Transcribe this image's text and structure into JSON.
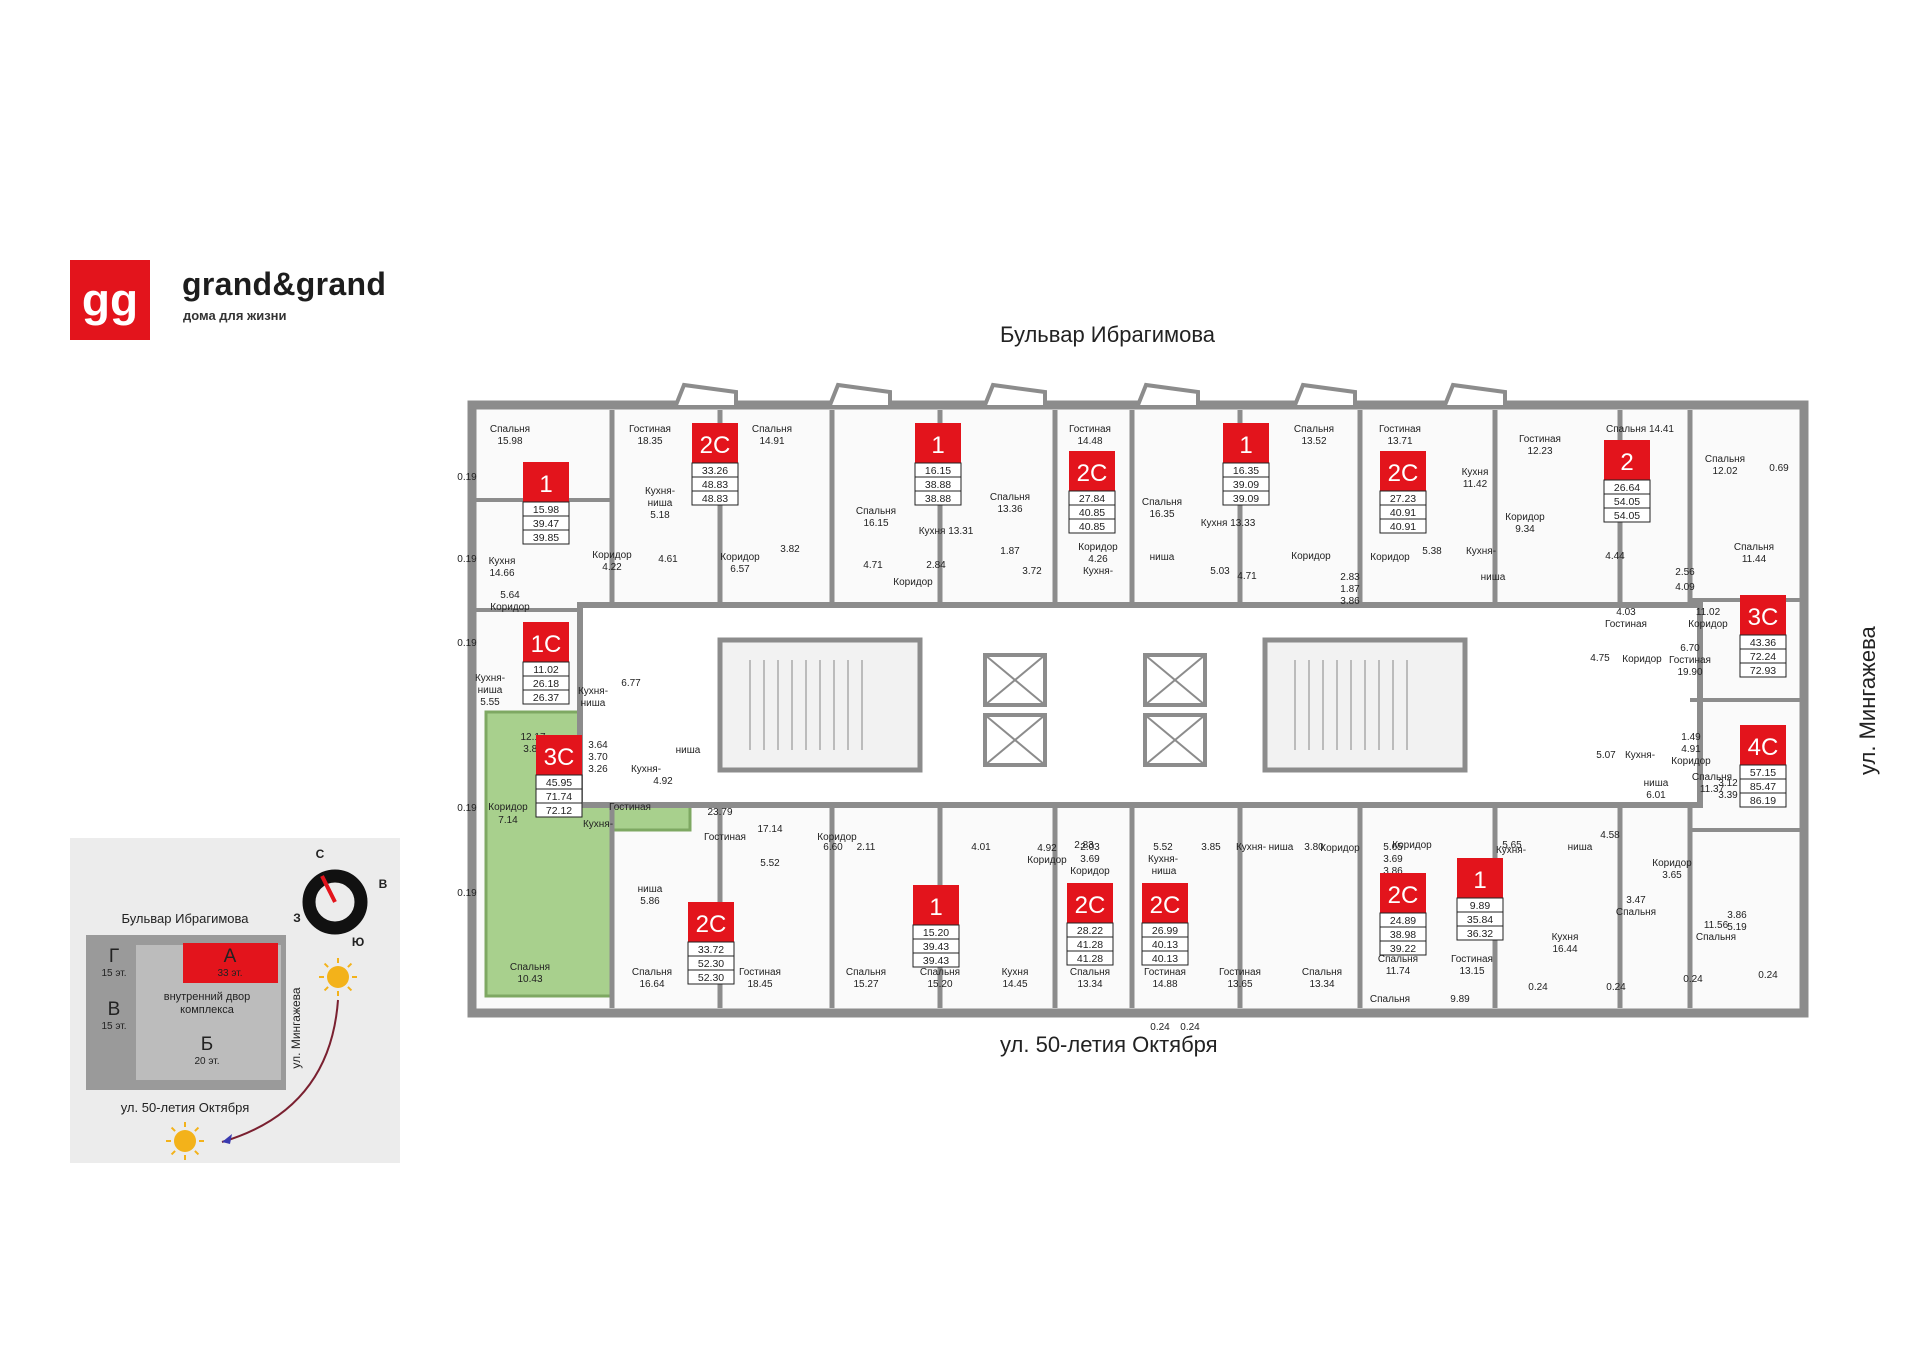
{
  "brand": {
    "name": "grand&grand",
    "tagline": "дома для жизни",
    "logo_glyph": "gg",
    "color": "#e3141c"
  },
  "streets": {
    "top": "Бульвар Ибрагимова",
    "bottom": "ул. 50-летия Октября",
    "right": "ул. Мингажева"
  },
  "colors": {
    "accent": "#e3141c",
    "wall": "#8c8c8c",
    "highlight": "#a8d08d",
    "minimap_bg": "#ececec"
  },
  "badges": [
    {
      "type": "1",
      "areas": [
        "15.98",
        "39.47",
        "39.85"
      ]
    },
    {
      "type": "2С",
      "areas": [
        "33.26",
        "48.83",
        "48.83"
      ]
    },
    {
      "type": "1",
      "areas": [
        "16.15",
        "38.88",
        "38.88"
      ]
    },
    {
      "type": "2С",
      "areas": [
        "27.84",
        "40.85",
        "40.85"
      ]
    },
    {
      "type": "1",
      "areas": [
        "16.35",
        "39.09",
        "39.09"
      ]
    },
    {
      "type": "2С",
      "areas": [
        "27.23",
        "40.91",
        "40.91"
      ]
    },
    {
      "type": "2",
      "areas": [
        "26.64",
        "54.05",
        "54.05"
      ]
    },
    {
      "type": "1С",
      "areas": [
        "11.02",
        "26.18",
        "26.37"
      ]
    },
    {
      "type": "3С",
      "areas": [
        "43.36",
        "72.24",
        "72.93"
      ]
    },
    {
      "type": "3С",
      "areas": [
        "45.95",
        "71.74",
        "72.12"
      ]
    },
    {
      "type": "4С",
      "areas": [
        "57.15",
        "85.47",
        "86.19"
      ]
    },
    {
      "type": "2С",
      "areas": [
        "33.72",
        "52.30",
        "52.30"
      ]
    },
    {
      "type": "1",
      "areas": [
        "15.20",
        "39.43",
        "39.43"
      ]
    },
    {
      "type": "2С",
      "areas": [
        "28.22",
        "41.28",
        "41.28"
      ]
    },
    {
      "type": "2С",
      "areas": [
        "26.99",
        "40.13",
        "40.13"
      ]
    },
    {
      "type": "2С",
      "areas": [
        "24.89",
        "38.98",
        "39.22"
      ]
    },
    {
      "type": "1",
      "areas": [
        "9.89",
        "35.84",
        "36.32"
      ]
    }
  ],
  "rooms": [
    "Спальня",
    "15.98",
    "Гостиная",
    "18.35",
    "Спальня",
    "14.91",
    "Гостиная",
    "14.48",
    "Спальня",
    "13.52",
    "Гостиная",
    "13.71",
    "Гостиная",
    "12.23",
    "Спальня 14.41",
    "Спальня",
    "12.02",
    "0.69",
    "0.19",
    "0.19",
    "0.19",
    "0.19",
    "0.19",
    "Кухня-",
    "ниша",
    "5.18",
    "Спальня",
    "16.15",
    "Кухня 13.31",
    "Спальня",
    "13.36",
    "Спальня",
    "16.35",
    "Кухня 13.33",
    "Кухня",
    "11.42",
    "Коридор",
    "9.34",
    "Спальня",
    "11.44",
    "Кухня",
    "14.66",
    "Коридор",
    "4.22",
    "4.61",
    "Коридор",
    "6.57",
    "3.82",
    "4.71",
    "Коридор",
    "2.84",
    "1.87",
    "3.72",
    "Коридор",
    "4.26",
    "Кухня-",
    "ниша",
    "5.03",
    "4.71",
    "Коридор",
    "2.83",
    "1.87",
    "3.86",
    "Коридор",
    "5.38",
    "Кухня-",
    "ниша",
    "4.44",
    "2.56",
    "4.09",
    "5.64",
    "Коридор",
    "4.03",
    "Гостиная",
    "11.02",
    "Коридор",
    "6.70",
    "Гостиная",
    "19.90",
    "Кухня-",
    "ниша",
    "5.55",
    "Кухня-",
    "ниша",
    "6.77",
    "4.75",
    "Коридор",
    "3.64",
    "3.70",
    "3.26",
    "Кухня-",
    "ниша",
    "4.92",
    "1.49",
    "4.91",
    "Коридор",
    "5.07",
    "Кухня-",
    "ниша",
    "6.01",
    "3.12",
    "3.39",
    "Коридор",
    "7.14",
    "Гостиная",
    "23.79",
    "Гостиная",
    "17.14",
    "5.52",
    "Коридор",
    "6.60",
    "2.11",
    "4.01",
    "4.92",
    "Коридор",
    "2.83",
    "2.03",
    "3.69",
    "Коридор",
    "5.52",
    "Кухня-",
    "ниша",
    "3.85",
    "Кухня-",
    "ниша",
    "3.80",
    "Коридор",
    "5.65",
    "3.69",
    "3.86",
    "Коридор",
    "5.65",
    "Кухня-",
    "ниша",
    "4.58",
    "Коридор",
    "3.65",
    "3.86",
    "5.19",
    "3.47",
    "Спальня",
    "11.56",
    "Спальня",
    "12.17",
    "3.88",
    "Кухня-",
    "ниша",
    "5.86",
    "Спальня",
    "11.37",
    "Спальня",
    "10.43",
    "Спальня",
    "16.64",
    "Гостиная",
    "18.45",
    "Спальня",
    "15.27",
    "Спальня",
    "15.20",
    "Кухня",
    "14.45",
    "Спальня",
    "13.34",
    "Гостиная",
    "14.88",
    "Гостиная",
    "13.65",
    "Спальня",
    "13.34",
    "Спальня",
    "11.74",
    "Гостиная",
    "13.15",
    "Кухня",
    "16.44",
    "Спальня",
    "9.89",
    "0.24",
    "0.24",
    "0.24",
    "0.24",
    "0.24",
    "0.24"
  ],
  "minimap": {
    "street_top": "Бульвар Ибрагимова",
    "street_bottom": "ул. 50-летия Октября",
    "street_side": "ул. Мингажева",
    "courtyard": "внутренний двор комплекса",
    "buildings": [
      {
        "letter": "Г",
        "floors": "15 эт."
      },
      {
        "letter": "В",
        "floors": "15 эт."
      },
      {
        "letter": "А",
        "floors": "33 эт."
      },
      {
        "letter": "Б",
        "floors": "20 эт."
      }
    ],
    "compass": [
      "С",
      "В",
      "Ю",
      "З"
    ],
    "sun_icon": "sun-icon"
  }
}
